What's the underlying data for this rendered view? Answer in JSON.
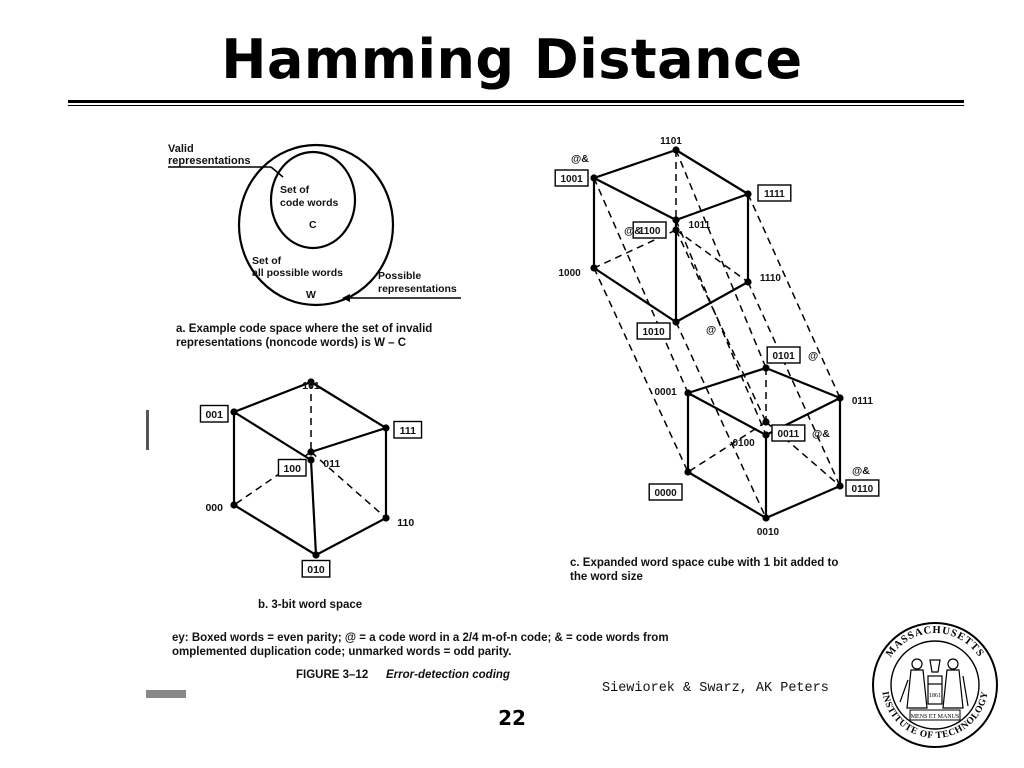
{
  "slide": {
    "title": "Hamming Distance",
    "credit": "Siewiorek & Swarz, AK Peters",
    "page_number": "22"
  },
  "figure": {
    "panel_a": {
      "valid_label_1": "Valid",
      "valid_label_2": "representations",
      "inner_1": "Set of",
      "inner_2": "code words",
      "inner_symbol": "C",
      "outer_1": "Set of",
      "outer_2": "all possible words",
      "outer_symbol": "W",
      "possible_1": "Possible",
      "possible_2": "representations",
      "caption_1": "a. Example code space where the set of invalid",
      "caption_2": "representations (noncode words) is W – C"
    },
    "panel_b": {
      "nodes": [
        "101",
        "001",
        "111",
        "100",
        "011",
        "000",
        "110",
        "010"
      ],
      "caption": "b.  3-bit word space"
    },
    "panel_c": {
      "nodes": [
        "1101",
        "1001",
        "1111",
        "1100",
        "1011",
        "1000",
        "1110",
        "1010",
        "0101",
        "0001",
        "0111",
        "0100",
        "0011",
        "0000",
        "0110",
        "0010"
      ],
      "marks": [
        "@&",
        "@&",
        "@",
        "@",
        "@&",
        "@&"
      ],
      "caption_1": "c. Expanded word space cube with 1 bit added to",
      "caption_2": "the word size"
    },
    "key": {
      "line_1": "ey: Boxed words  =  even parity; @  =  a code word in a 2/4 m-of-n code; & = code words from",
      "line_2": "omplemented duplication code; unmarked words  =  odd parity."
    },
    "figure_caption": {
      "label": "FIGURE 3–12",
      "text": "Error-detection coding"
    }
  },
  "seal": {
    "top_text": "MASSACHUSETTS",
    "bottom_text": "INSTITUTE OF TECHNOLOGY",
    "center_text": "MENS ET MANUS",
    "year": "1861"
  }
}
